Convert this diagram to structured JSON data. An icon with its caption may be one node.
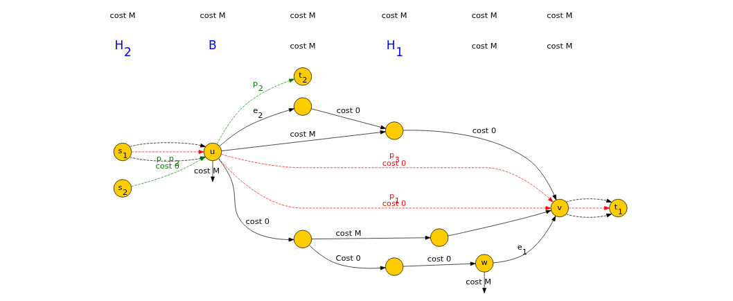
{
  "diagram": {
    "nodes": [
      {
        "text": [
          "s$_{1}$"
        ]
      },
      {
        "text": [
          "t$_{2}$"
        ]
      },
      {
        "text": [],
        "shape": "circle"
      },
      {
        "text": [],
        "shape": "circle"
      },
      {
        "text": [
          "u"
        ]
      },
      {
        "text": [
          "v"
        ]
      },
      {
        "text": [
          "t$_{1}$"
        ]
      },
      {
        "text": [],
        "shape": "circle"
      },
      {
        "text": [],
        "shape": "circle"
      },
      {
        "text": [],
        "shape": "circle"
      },
      {
        "text": [
          "w"
        ]
      },
      {
        "text": [
          "s$_{2}$"
        ]
      }
    ],
    "edges": [
      {
        "from": 0,
        "to": 4,
        "arrow": "to",
        "style": "dashed"
      },
      {
        "from": 0,
        "to": 4,
        "arrow": "to",
        "style": "dashed",
        "color": "#ff0000"
      },
      {
        "from": 0,
        "to": 4,
        "arrow": "to",
        "style": "dashed"
      },
      {
        "from": 4,
        "to": null,
        "arrow": "to",
        "label": "cost M"
      },
      {
        "from": 4,
        "to": 2,
        "arrow": "to",
        "label": "e$_{2}$"
      },
      {
        "from": 4,
        "to": 1,
        "arrow": "to",
        "style": "dashed",
        "color": "#008000",
        "label": "p$_{2}$"
      },
      {
        "from": 4,
        "to": 5,
        "arrow": "to",
        "style": "dashed",
        "color": "#ff0000",
        "label": "p$_{3}$ cost 0"
      },
      {
        "from": 2,
        "to": 3,
        "arrow": "to",
        "label": "cost 0"
      },
      {
        "from": 4,
        "to": 3,
        "arrow": "to",
        "label": "cost M"
      },
      {
        "from": 3,
        "to": 5,
        "arrow": "to",
        "label": "cost 0"
      },
      {
        "from": 5,
        "to": 6,
        "arrow": "to",
        "style": "dashed"
      },
      {
        "from": 5,
        "to": 6,
        "arrow": "to",
        "style": "dashed",
        "color": "#ff0000"
      },
      {
        "from": 5,
        "to": 6,
        "arrow": "to",
        "style": "dashed"
      },
      {
        "from": 4,
        "to": 5,
        "arrow": "to",
        "style": "dashed",
        "color": "#ff0000",
        "label": "p$_{1}$ cost 0"
      },
      {
        "from": 4,
        "to": 8,
        "arrow": "to",
        "label": "cost 0"
      },
      {
        "from": 8,
        "to": 7,
        "arrow": "to",
        "label": "cost M"
      },
      {
        "from": 8,
        "to": 9,
        "arrow": "to",
        "label": "Cost 0"
      },
      {
        "from": 7,
        "to": 5,
        "arrow": "to"
      },
      {
        "from": 9,
        "to": 10,
        "arrow": "to",
        "label": "cost 0"
      },
      {
        "from": 10,
        "to": 5,
        "arrow": "to",
        "label": "e$_{1}$"
      },
      {
        "from": 11,
        "to": 4,
        "arrow": "to",
        "style": "dashed",
        "color": "#008000",
        "label": "p , p$_{2}$ cost 0"
      },
      {
        "from": 10,
        "to": null,
        "arrow": "to",
        "label": "cost M"
      }
    ],
    "labels": [
      "H$_{2}$",
      "B",
      "cost M",
      "H$_{1}$",
      "cost M",
      "cost M",
      "cost M",
      "cost M",
      "cost M",
      "cost M",
      "cost M",
      "cost M"
    ]
  }
}
